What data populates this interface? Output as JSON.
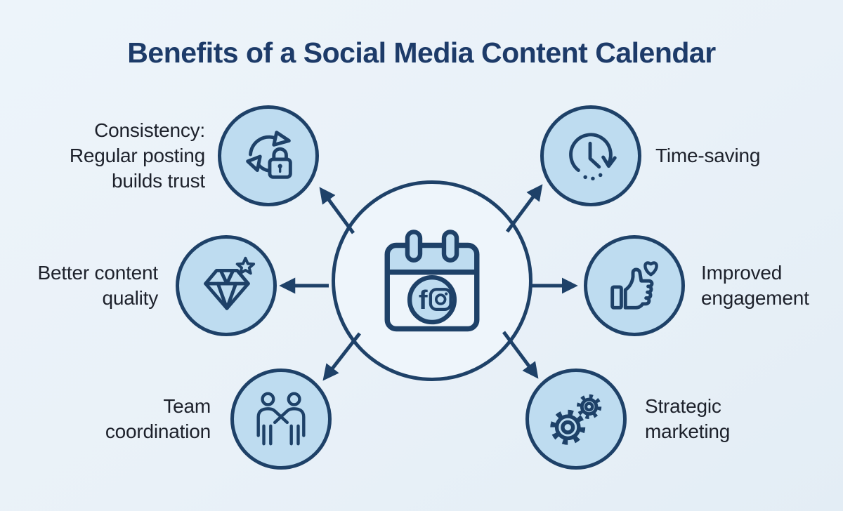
{
  "title": "Benefits of a Social Media Content Calendar",
  "colors": {
    "background": "#e9f1f8",
    "node_fill": "#bedcf0",
    "stroke": "#1e4168",
    "title": "#1d3b69",
    "label": "#1d212b",
    "center_fill": "#eef5fb"
  },
  "center": {
    "name": "social-media-content-calendar",
    "icon": "calendar-social-icon",
    "platforms": [
      "facebook",
      "instagram"
    ],
    "facebook_glyph": "f"
  },
  "benefits": [
    {
      "id": "consistency",
      "position": "top-left",
      "icon": "sync-lock-icon",
      "lines": [
        "Consistency:",
        "Regular posting",
        "builds trust"
      ]
    },
    {
      "id": "time-saving",
      "position": "top-right",
      "icon": "clock-fast-icon",
      "lines": [
        "Time-saving"
      ]
    },
    {
      "id": "content-quality",
      "position": "middle-left",
      "icon": "diamond-star-icon",
      "lines": [
        "Better content",
        "quality"
      ]
    },
    {
      "id": "engagement",
      "position": "middle-right",
      "icon": "thumbs-up-heart-icon",
      "lines": [
        "Improved",
        "engagement"
      ]
    },
    {
      "id": "team-coordination",
      "position": "bottom-left",
      "icon": "handshake-icon",
      "lines": [
        "Team",
        "coordination"
      ]
    },
    {
      "id": "strategic-marketing",
      "position": "bottom-right",
      "icon": "gears-icon",
      "lines": [
        "Strategic",
        "marketing"
      ]
    }
  ]
}
